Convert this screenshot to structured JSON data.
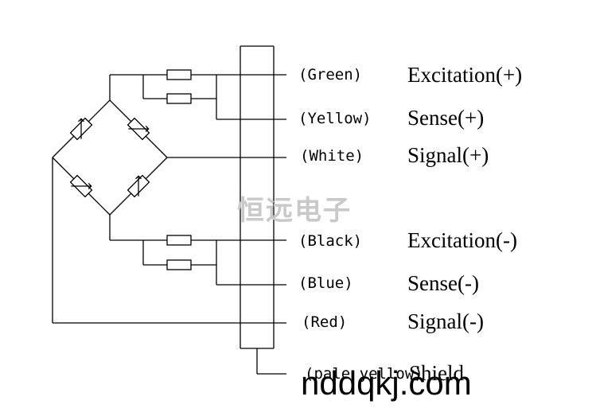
{
  "wires": [
    {
      "color_label": "(Green)",
      "function_label": "Excitation(+)"
    },
    {
      "color_label": "(Yellow)",
      "function_label": "Sense(+)"
    },
    {
      "color_label": "(White)",
      "function_label": "Signal(+)"
    },
    {
      "color_label": "(Black)",
      "function_label": "Excitation(-)"
    },
    {
      "color_label": "(Blue)",
      "function_label": "Sense(-)"
    },
    {
      "color_label": "(Red)",
      "function_label": "Signal(-)"
    }
  ],
  "shield": {
    "color_label": "(pale yellow)",
    "function_label": "Shield"
  },
  "watermark": "恒远电子",
  "site_text": "nddqkj.com"
}
